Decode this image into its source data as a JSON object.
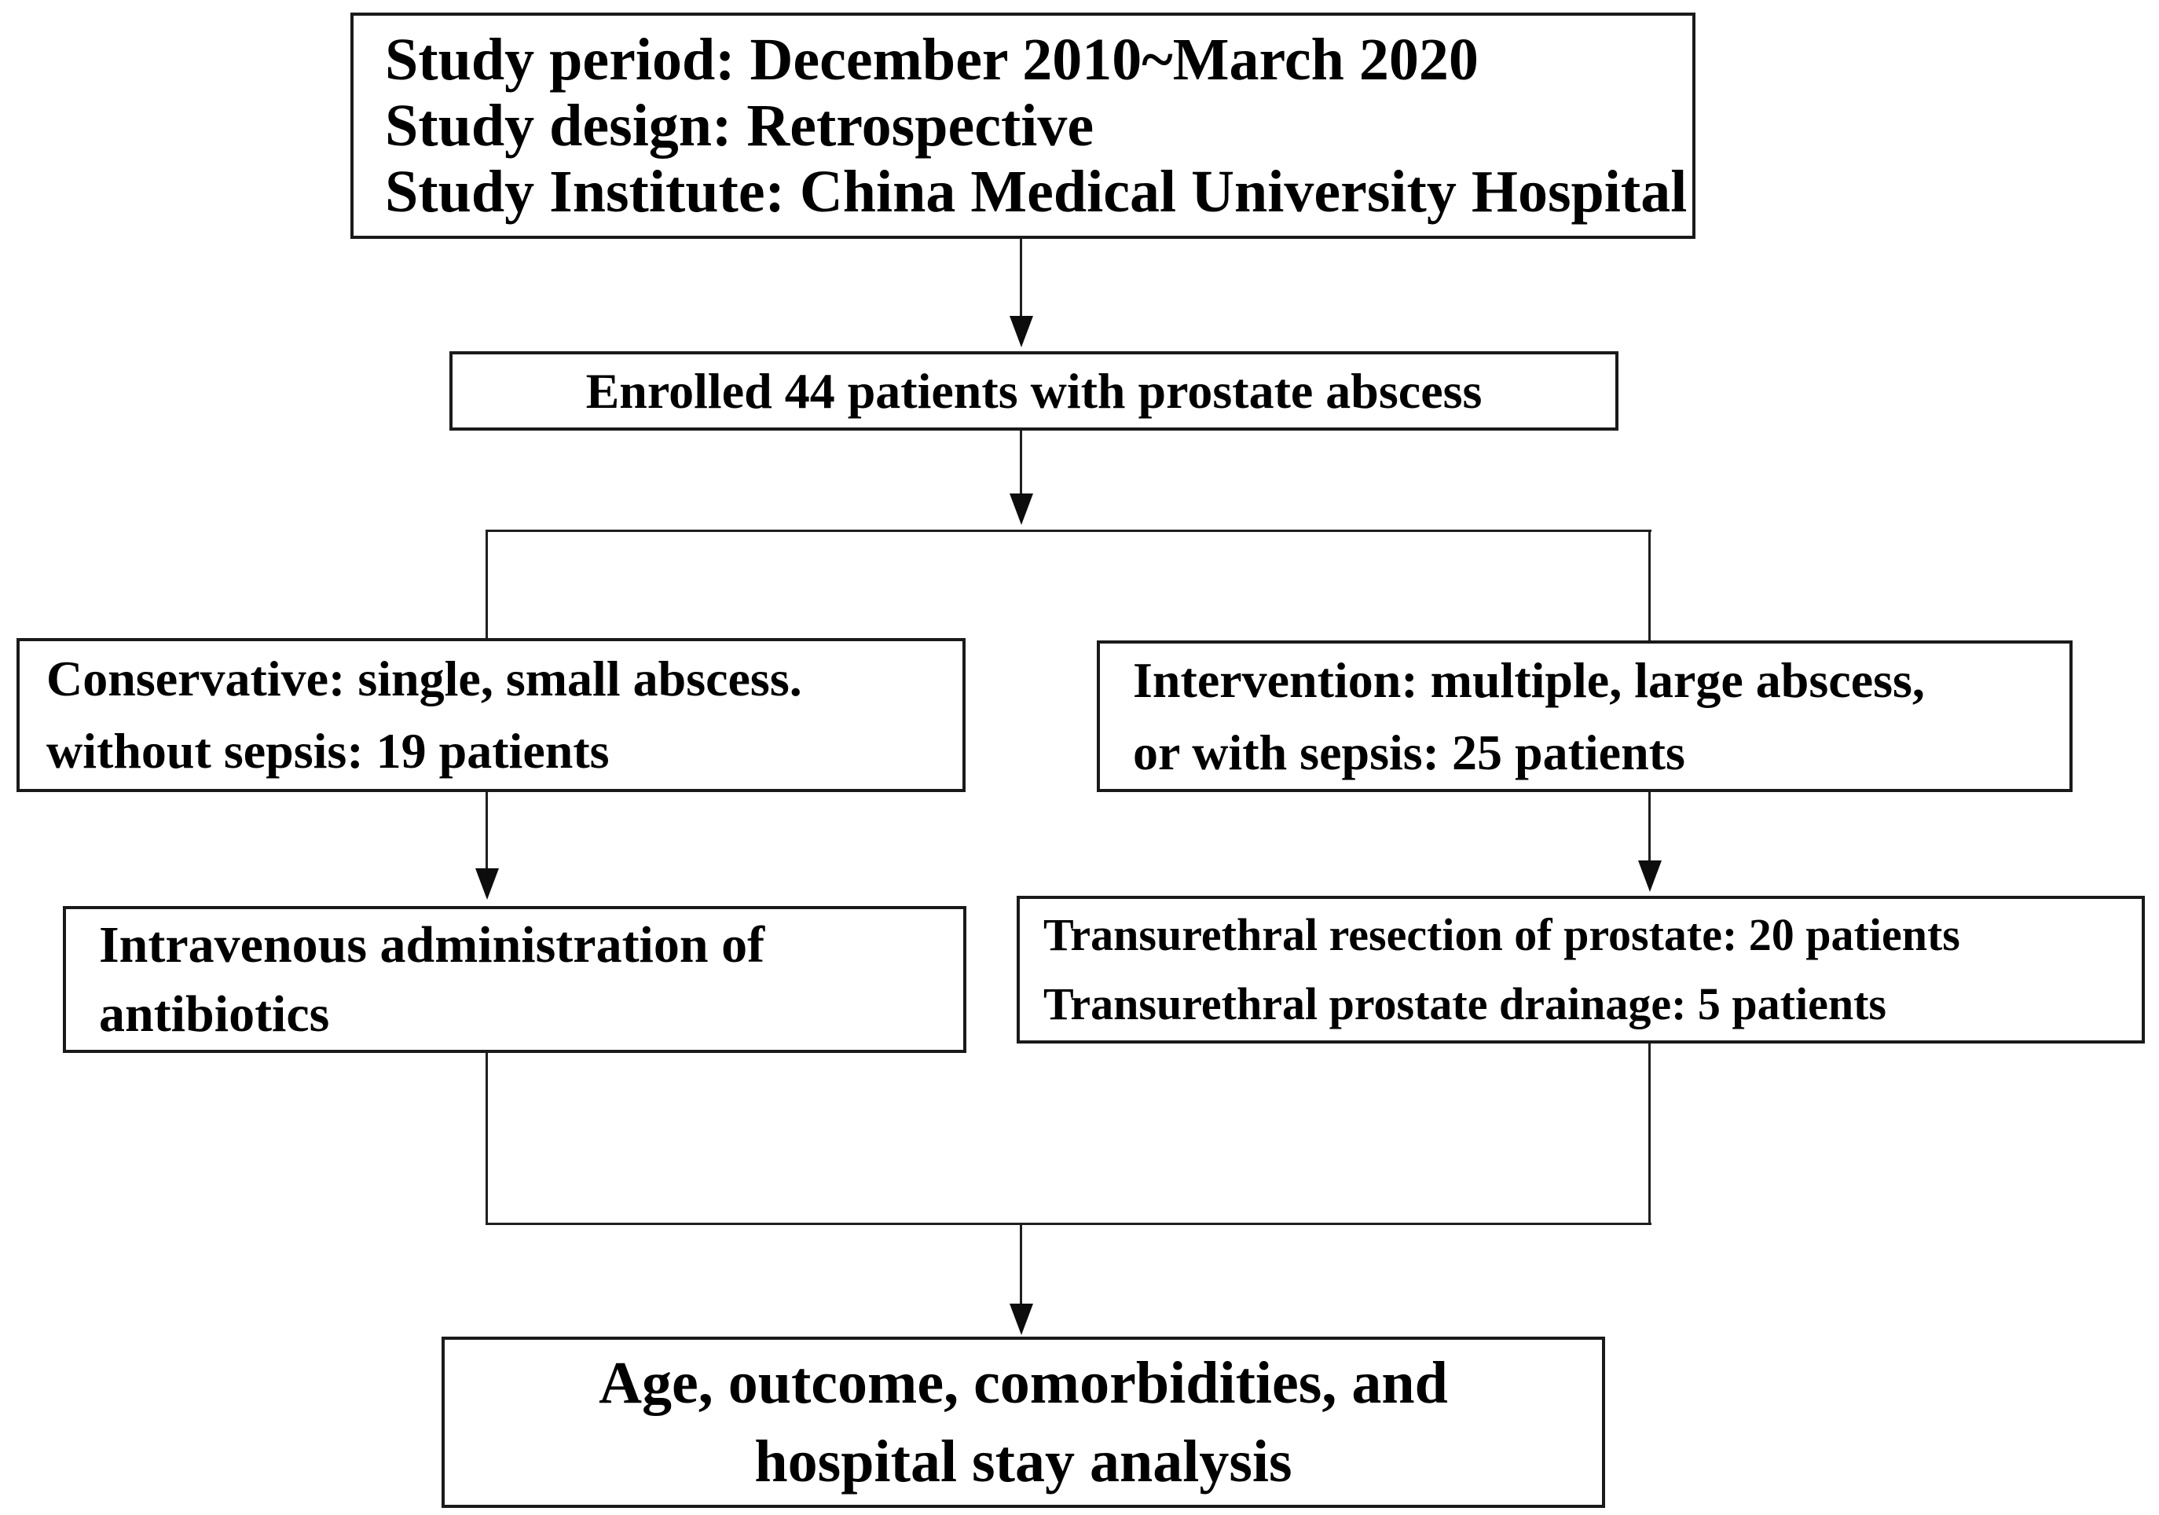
{
  "figure": {
    "type": "flowchart",
    "background_color": "#ffffff",
    "border_color": "#1a1a1a",
    "line_color": "#1f1f1f",
    "text_color": "#000000",
    "nodes": {
      "study": {
        "lines": [
          "Study period: December 2010~March 2020",
          "Study design: Retrospective",
          "Study Institute: China Medical University Hospital"
        ]
      },
      "enrolled": {
        "lines": [
          "Enrolled 44 patients with prostate abscess"
        ]
      },
      "conservative": {
        "lines": [
          "Conservative: single, small abscess.",
          "without sepsis: 19 patients"
        ]
      },
      "intervention": {
        "lines": [
          "Intervention: multiple, large abscess,",
          "or with sepsis: 25 patients"
        ]
      },
      "intravenous": {
        "lines": [
          "Intravenous administration of",
          "antibiotics"
        ]
      },
      "transurethral": {
        "lines": [
          "Transurethral resection of prostate: 20 patients",
          "Transurethral prostate drainage: 5 patients"
        ]
      },
      "analysis": {
        "lines": [
          "Age, outcome, comorbidities, and",
          "hospital stay analysis"
        ]
      }
    },
    "edges": [
      {
        "from": "study",
        "to": "enrolled",
        "arrowhead": true
      },
      {
        "from": "enrolled",
        "to": "branch-split",
        "arrowhead": true
      },
      {
        "from": "branch-split",
        "to": "conservative",
        "arrowhead": false
      },
      {
        "from": "branch-split",
        "to": "intervention",
        "arrowhead": false
      },
      {
        "from": "conservative",
        "to": "intravenous",
        "arrowhead": true
      },
      {
        "from": "intervention",
        "to": "transurethral",
        "arrowhead": true
      },
      {
        "from": "intravenous",
        "to": "branch-merge",
        "arrowhead": false
      },
      {
        "from": "transurethral",
        "to": "branch-merge",
        "arrowhead": false
      },
      {
        "from": "branch-merge",
        "to": "analysis",
        "arrowhead": true
      }
    ]
  }
}
